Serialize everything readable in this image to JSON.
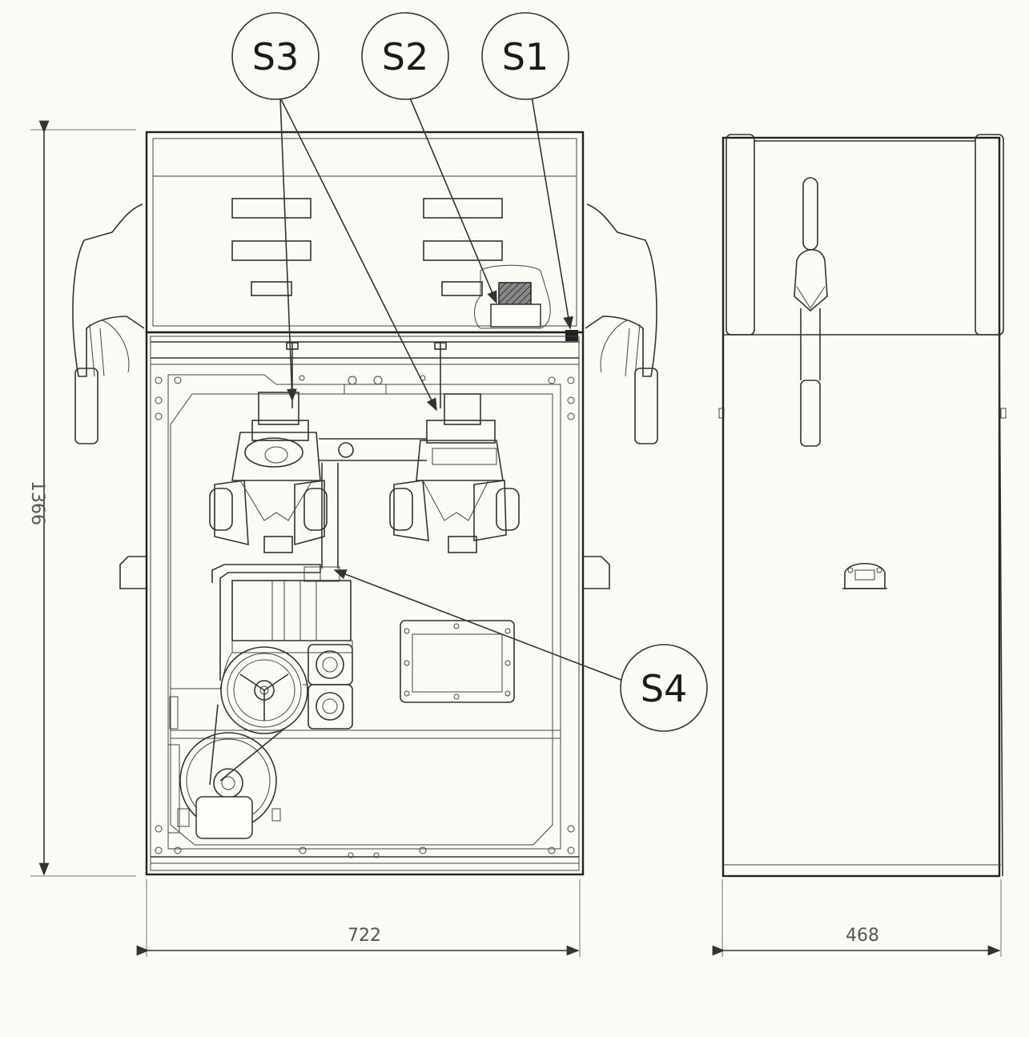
{
  "drawing": {
    "callouts": {
      "s1": "S1",
      "s2": "S2",
      "s3": "S3",
      "s4": "S4"
    },
    "dimensions": {
      "height": "1366",
      "front_width": "722",
      "side_width": "468"
    }
  }
}
